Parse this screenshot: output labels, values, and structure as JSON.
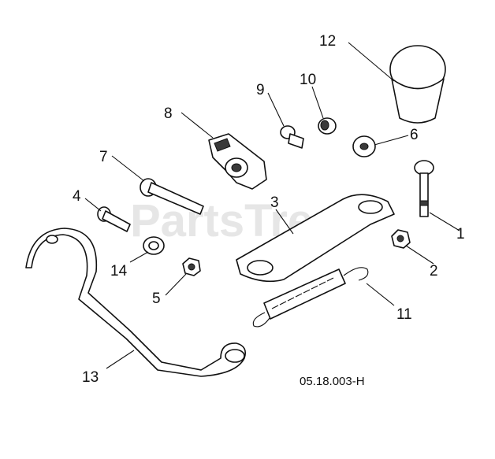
{
  "watermark": "PartsTree",
  "drawing_code": "05.18.003-H",
  "callouts": [
    {
      "id": "c1",
      "label": "1"
    },
    {
      "id": "c2",
      "label": "2"
    },
    {
      "id": "c3",
      "label": "3"
    },
    {
      "id": "c4",
      "label": "4"
    },
    {
      "id": "c5",
      "label": "5"
    },
    {
      "id": "c6",
      "label": "6"
    },
    {
      "id": "c7",
      "label": "7"
    },
    {
      "id": "c8",
      "label": "8"
    },
    {
      "id": "c9",
      "label": "9"
    },
    {
      "id": "c10",
      "label": "10"
    },
    {
      "id": "c11",
      "label": "11"
    },
    {
      "id": "c12",
      "label": "12"
    },
    {
      "id": "c13",
      "label": "13"
    },
    {
      "id": "c14",
      "label": "14"
    }
  ]
}
